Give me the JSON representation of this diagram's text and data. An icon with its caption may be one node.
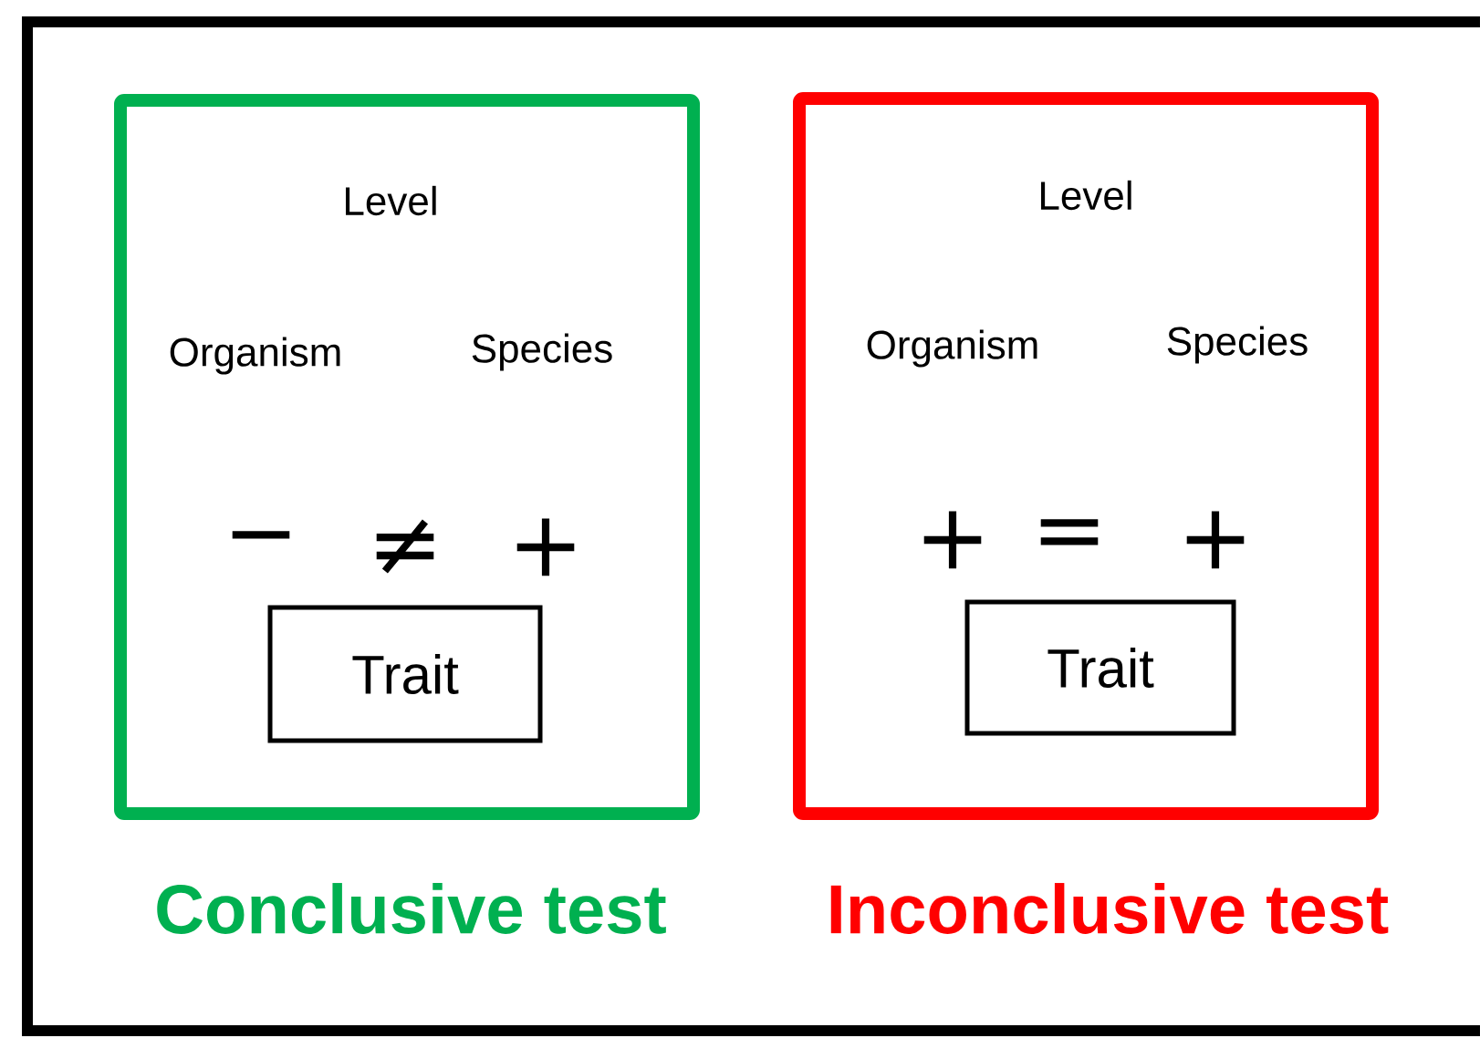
{
  "diagram": {
    "nodes": [
      {
        "text": [
          "Level",
          "Organism",
          "Species",
          "−",
          "≠",
          "+"
        ],
        "beside": [
          "Conclusive test"
        ]
      },
      {
        "text": [
          "Trait"
        ],
        "in": 0
      },
      {
        "text": [
          "Level",
          "Organism",
          "Species",
          "+",
          "=",
          "+"
        ],
        "beside": [
          "Inconclusive test"
        ]
      },
      {
        "text": [
          "Trait"
        ],
        "in": 2
      }
    ],
    "edges": []
  }
}
